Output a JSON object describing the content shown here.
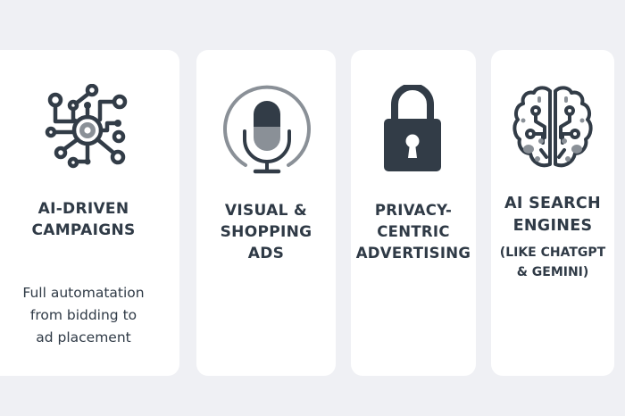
{
  "colors": {
    "background": "#eff0f4",
    "card": "#ffffff",
    "icon_dark": "#323c47",
    "icon_gray": "#8a9097",
    "text": "#2f3a46"
  },
  "cards": [
    {
      "icon": "circuit-network-icon",
      "title_lines": [
        "AI-DRIVEN",
        "CAMPAIGNS"
      ],
      "description_lines": [
        "Full automatation",
        "from bidding to",
        "ad placement"
      ]
    },
    {
      "icon": "microphone-icon",
      "title_lines": [
        "VISUAL &",
        "SHOPPING",
        "ADS"
      ]
    },
    {
      "icon": "padlock-icon",
      "title_lines": [
        "PRIVACY-",
        "CENTRIC",
        "ADVERTISING"
      ]
    },
    {
      "icon": "brain-circuit-icon",
      "title_lines": [
        "AI SEARCH",
        "ENGINES"
      ],
      "subtitle_lines": [
        "(LIKE CHATGPT",
        "& GEMINI)"
      ]
    }
  ]
}
